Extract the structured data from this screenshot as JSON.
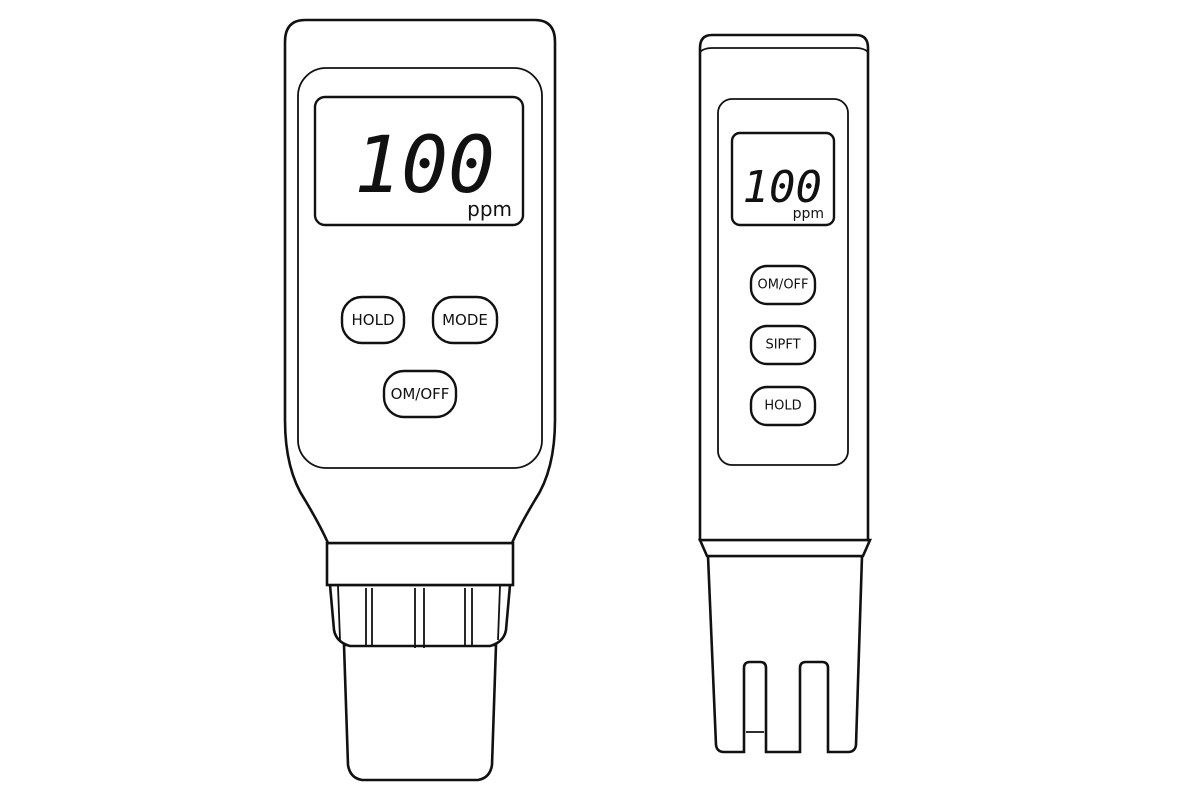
{
  "meter_left": {
    "display": {
      "reading": "100",
      "unit": "ppm"
    },
    "buttons": [
      {
        "label": "HOLD"
      },
      {
        "label": "MODE"
      },
      {
        "label": "OM/OFF"
      }
    ]
  },
  "meter_right": {
    "display": {
      "reading": "100",
      "unit": "ppm"
    },
    "buttons": [
      {
        "label": "OM/OFF"
      },
      {
        "label": "SIPFT"
      },
      {
        "label": "HOLD"
      }
    ]
  },
  "colors": {
    "line": "#111111",
    "background": "#ffffff"
  }
}
